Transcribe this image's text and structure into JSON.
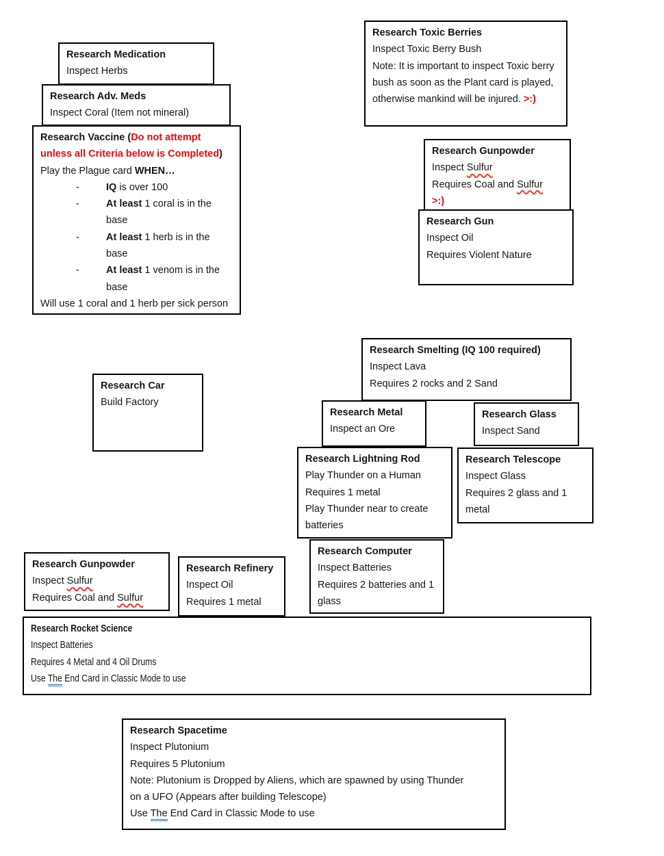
{
  "colors": {
    "text": "#161616",
    "warning_red": "#ff0000",
    "spellcheck_red": "#ff3226",
    "grammar_blue": "#2f6cd3",
    "border": "#000000",
    "background": "#ffffff"
  },
  "boxes": {
    "medication": {
      "title": "Research Medication",
      "line1": "Inspect Herbs"
    },
    "adv_meds": {
      "title": "Research Adv. Meds",
      "line1": "Inspect Coral (Item not mineral)"
    },
    "vaccine": {
      "title_prefix": "Research Vaccine (",
      "title_warning": "Do not attempt unless all Criteria below is Completed",
      "title_suffix": ")",
      "play_prefix": "Play the Plague card ",
      "play_bold": "WHEN…",
      "bullets": [
        {
          "dash": "-",
          "bold": "IQ",
          "rest": " is over 100"
        },
        {
          "dash": "-",
          "bold": "At least",
          "rest": " 1 coral is in the base"
        },
        {
          "dash": "-",
          "bold": "At least",
          "rest": " 1 herb is in the base"
        },
        {
          "dash": "-",
          "bold": "At least",
          "rest": " 1 venom is in the base"
        }
      ],
      "footer": "Will use 1 coral and 1 herb per sick person"
    },
    "toxic_berries": {
      "title": "Research Toxic Berries",
      "line1": "Inspect Toxic Berry Bush",
      "note": "Note: It is important to inspect Toxic berry bush as soon as the Plant card is played, otherwise mankind will be injured. ",
      "face": ">:)"
    },
    "gunpowder_right": {
      "title": "Research Gunpowder",
      "inspect_prefix": "Inspect ",
      "sulfur1": "Sulfur",
      "requires_prefix": "Requires Coal and ",
      "sulfur2": "Sulfur",
      "face": ">:)"
    },
    "gun": {
      "title": "Research Gun",
      "line1": "Inspect Oil",
      "line2": "Requires Violent Nature"
    },
    "car": {
      "title": "Research Car",
      "line1": "Build Factory"
    },
    "smelting": {
      "title": "Research Smelting (IQ 100 required)",
      "line1": "Inspect Lava",
      "line2": "Requires 2 rocks and 2 Sand"
    },
    "metal": {
      "title": "Research Metal",
      "line1": "Inspect an Ore"
    },
    "glass": {
      "title": "Research Glass",
      "line1": "Inspect Sand"
    },
    "lightning_rod": {
      "title": "Research Lightning Rod",
      "line1": "Play Thunder on a Human",
      "line2": "Requires 1 metal",
      "line3": "Play Thunder near to create batteries"
    },
    "telescope": {
      "title": "Research Telescope",
      "line1": "Inspect Glass",
      "line2": "Requires 2 glass and 1 metal"
    },
    "computer": {
      "title": "Research Computer",
      "line1": "Inspect Batteries",
      "line2": "Requires 2 batteries and 1 glass"
    },
    "gunpowder_left": {
      "title": "Research Gunpowder",
      "inspect_prefix": "Inspect ",
      "sulfur1": "Sulfur",
      "requires_prefix": "Requires Coal and ",
      "sulfur2": "Sulfur"
    },
    "refinery": {
      "title": "Research Refinery",
      "line1": "Inspect Oil",
      "line2": "Requires 1 metal"
    },
    "rocket": {
      "title": "Research Rocket Science",
      "line1": "Inspect Batteries",
      "line2": "Requires 4 Metal and 4 Oil Drums",
      "use_prefix": "Use ",
      "use_the": "The",
      "use_suffix": " End Card in Classic Mode to use"
    },
    "spacetime": {
      "title": "Research Spacetime",
      "line1": "Inspect Plutonium",
      "line2": "Requires 5 Plutonium",
      "note": "Note: Plutonium is Dropped by Aliens, which are spawned by using Thunder on a UFO (Appears after building Telescope)",
      "use_prefix": "Use ",
      "use_the": "The",
      "use_suffix": " End Card in Classic Mode to use"
    }
  }
}
